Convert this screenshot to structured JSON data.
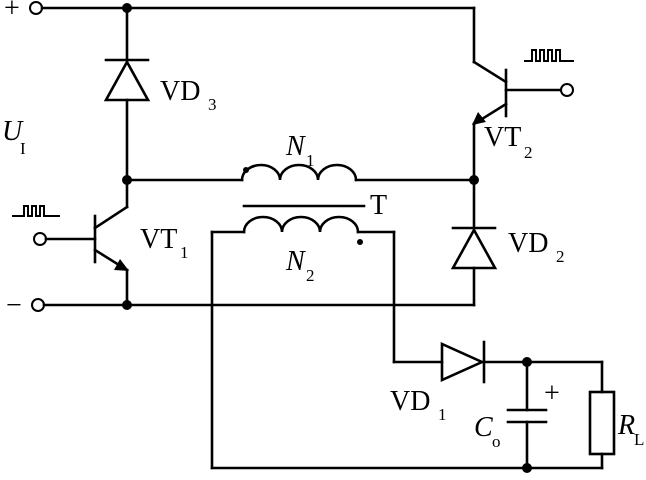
{
  "supply": {
    "plus": "+",
    "minus": "−",
    "input_voltage": {
      "main": "U",
      "sub": "I"
    }
  },
  "transformer": {
    "label": "T",
    "primary": {
      "main": "N",
      "sub": "1"
    },
    "secondary": {
      "main": "N",
      "sub": "2"
    }
  },
  "transistors": [
    {
      "main": "VT",
      "sub": "1"
    },
    {
      "main": "VT",
      "sub": "2"
    }
  ],
  "diodes": [
    {
      "main": "VD",
      "sub": "1"
    },
    {
      "main": "VD",
      "sub": "2"
    },
    {
      "main": "VD",
      "sub": "3"
    }
  ],
  "output": {
    "capacitor": {
      "main": "C",
      "sub": "o"
    },
    "capacitor_polarity": "+",
    "load": {
      "main": "R",
      "sub": "L"
    }
  }
}
